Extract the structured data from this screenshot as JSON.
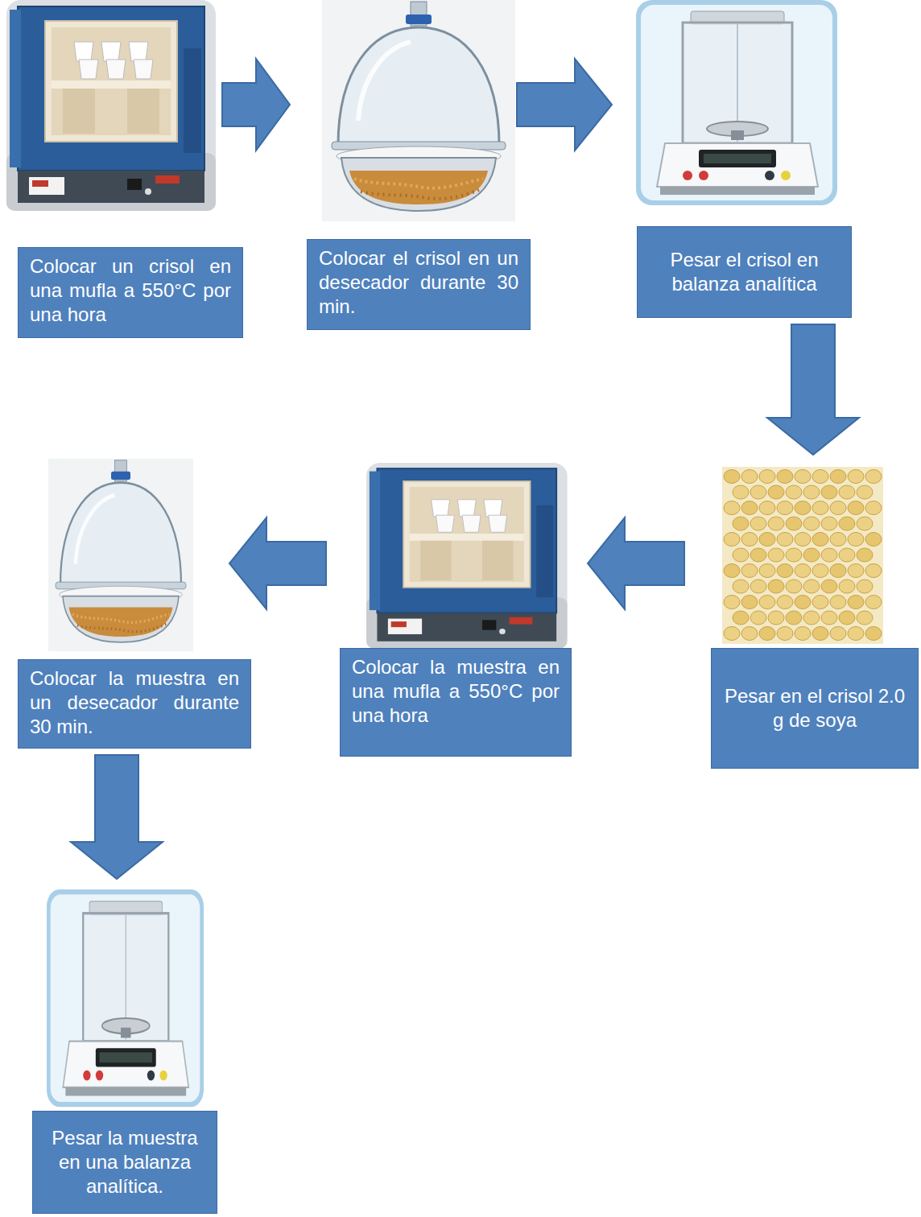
{
  "diagram": {
    "nodes": [
      {
        "text": [
          "Colocar un crisol en una mufla a 550°C por una hora"
        ]
      },
      {
        "text": [
          "Colocar el crisol en un desecador durante 30 min."
        ]
      },
      {
        "text": [
          "Pesar el crisol en balanza analítica"
        ]
      },
      {
        "text": [
          "Pesar en el crisol 2.0 g de soya"
        ]
      },
      {
        "text": [
          "Colocar la muestra en una mufla a 550°C por una hora"
        ]
      },
      {
        "text": [
          "Colocar la muestra en un desecador durante 30 min."
        ]
      },
      {
        "text": [
          "Pesar la muestra en una balanza analítica."
        ]
      }
    ],
    "edges": [
      {
        "from": 0,
        "to": 1,
        "arrow": "to"
      },
      {
        "from": 1,
        "to": 2,
        "arrow": "to"
      },
      {
        "from": 2,
        "to": 3,
        "arrow": "to"
      },
      {
        "from": 3,
        "to": 4,
        "arrow": "to"
      },
      {
        "from": 4,
        "to": 5,
        "arrow": "to"
      },
      {
        "from": 5,
        "to": 6,
        "arrow": "to"
      }
    ]
  }
}
